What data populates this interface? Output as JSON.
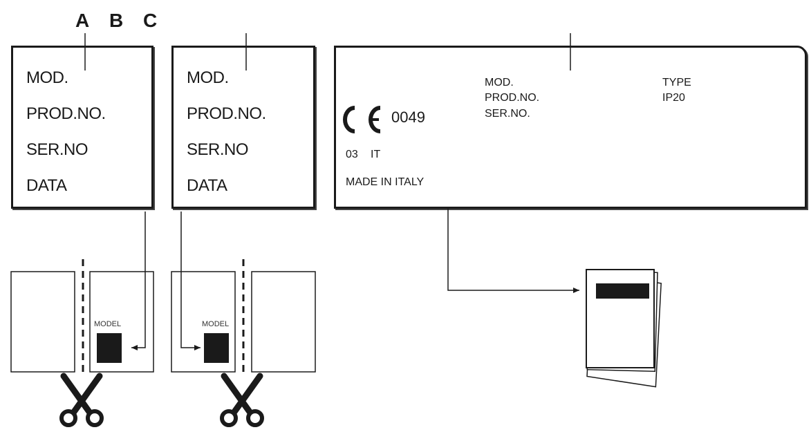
{
  "column_letters": {
    "a": "A",
    "b": "B",
    "c": "C"
  },
  "label_left": {
    "rows": [
      "MOD.",
      "PROD.NO.",
      "SER.NO",
      "DATA"
    ]
  },
  "label_middle": {
    "rows": [
      "MOD.",
      "PROD.NO.",
      "SER.NO",
      "DATA"
    ]
  },
  "label_right": {
    "mod": "MOD.",
    "prod_no": "PROD.NO.",
    "ser_no": "SER.NO.",
    "type": "TYPE",
    "ip": "IP20",
    "ce_number": "0049",
    "code_03": "03",
    "code_it": "IT",
    "made_in": "MADE IN ITALY"
  },
  "cards": {
    "left_model": "MODEL",
    "right_model": "MODEL"
  },
  "icons": [
    "ce-mark-icon",
    "scissors-icon",
    "manual-booklet-icon",
    "arrow-icon"
  ]
}
